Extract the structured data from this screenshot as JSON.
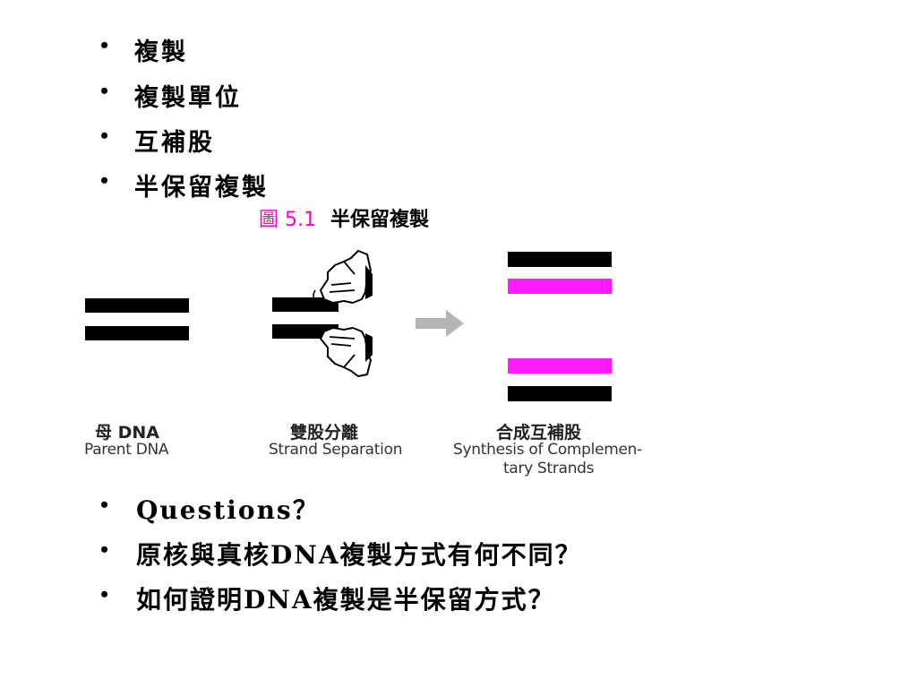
{
  "top_bullets": [
    "複製",
    "複製單位",
    "互補股",
    "半保留複製"
  ],
  "figure": {
    "number": "圖 5.1",
    "title": "半保留複製",
    "colors": {
      "strand": "#000000",
      "new_strand": "#ff1aff",
      "arrow": "#b4b4b4"
    },
    "panels": [
      {
        "label_zh": "母 DNA",
        "label_en": "Parent DNA"
      },
      {
        "label_zh": "雙股分離",
        "label_en": "Strand Separation"
      },
      {
        "label_zh": "合成互補股",
        "label_en_line1": "Synthesis of Complemen-",
        "label_en_line2": "tary Strands"
      }
    ]
  },
  "bottom_bullets": [
    {
      "text": "Questions？"
    },
    {
      "text": "原核與真核DNA複製方式有何不同？"
    },
    {
      "text": "如何證明DNA複製是半保留方式？"
    }
  ]
}
